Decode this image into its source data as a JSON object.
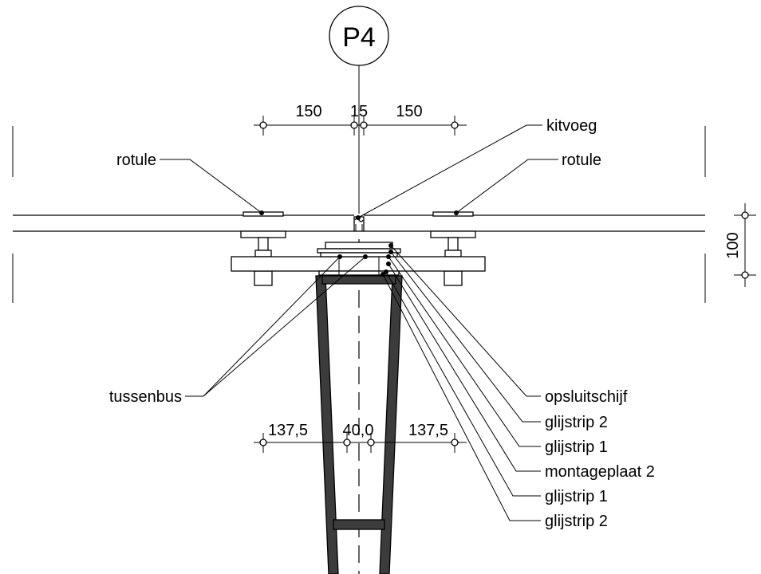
{
  "axis_marker": "P4",
  "dims_top": [
    "150",
    "15",
    "150"
  ],
  "dims_bottom": [
    "137,5",
    "40,0",
    "137,5"
  ],
  "dim_right": "100",
  "labels": {
    "rotule_left": "rotule",
    "rotule_right": "rotule",
    "kitvoeg": "kitvoeg",
    "tussenbus": "tussenbus",
    "opsluitschijf": "opsluitschijf",
    "glijstrip_2a": "glijstrip 2",
    "glijstrip_1a": "glijstrip 1",
    "montageplaat_2": "montageplaat 2",
    "glijstrip_1b": "glijstrip 1",
    "glijstrip_2b": "glijstrip 2"
  }
}
